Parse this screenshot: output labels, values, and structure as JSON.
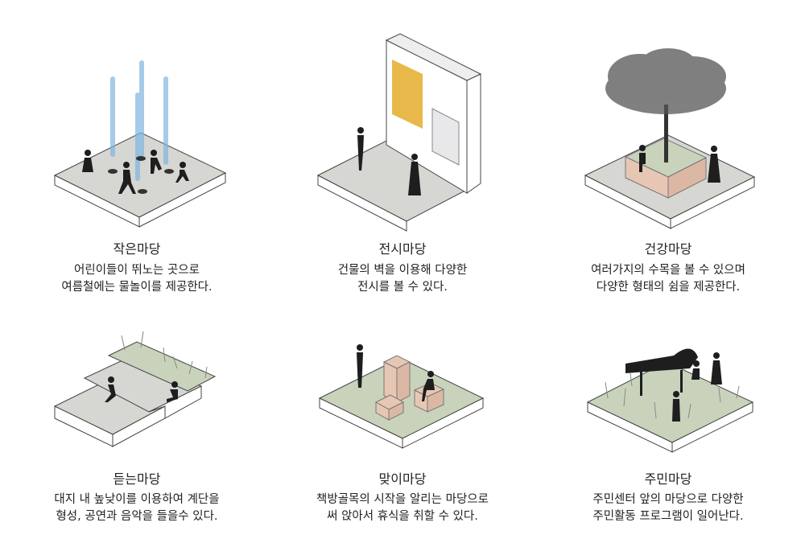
{
  "colors": {
    "slab_top": "#d6d6d3",
    "slab_side": "#ffffff",
    "grass": "#c9d3bc",
    "box": "#e7c7b4",
    "figure": "#1e1e1e",
    "water": "#7fb6e0"
  },
  "panels": [
    {
      "title": "작은마당",
      "lines": [
        "어린이들이 뛰노는 곳으로",
        "여름철에는 물놀이를 제공한다."
      ],
      "icon": "fountain-plaza-illustration"
    },
    {
      "title": "전시마당",
      "lines": [
        "건물의 벽을 이용해 다양한",
        "전시를 볼 수 있다."
      ],
      "icon": "exhibition-wall-illustration"
    },
    {
      "title": "건강마당",
      "lines": [
        "여러가지의 수목을 볼 수 있으며",
        "다양한 형태의 쉼을 제공한다."
      ],
      "icon": "tree-planter-illustration"
    },
    {
      "title": "듣는마당",
      "lines": [
        "대지 내 높낮이를 이용하여 계단을",
        "형성, 공연과 음악을 들을수 있다."
      ],
      "icon": "terraced-steps-illustration"
    },
    {
      "title": "맞이마당",
      "lines": [
        "책방골목의 시작을 알리는 마당으로",
        "써 앉아서 휴식을 취할 수 있다."
      ],
      "icon": "seating-blocks-illustration"
    },
    {
      "title": "주민마당",
      "lines": [
        "주민센터 앞의 마당으로 다양한",
        "주민활동 프로그램이 일어난다."
      ],
      "icon": "piano-performance-illustration"
    }
  ]
}
